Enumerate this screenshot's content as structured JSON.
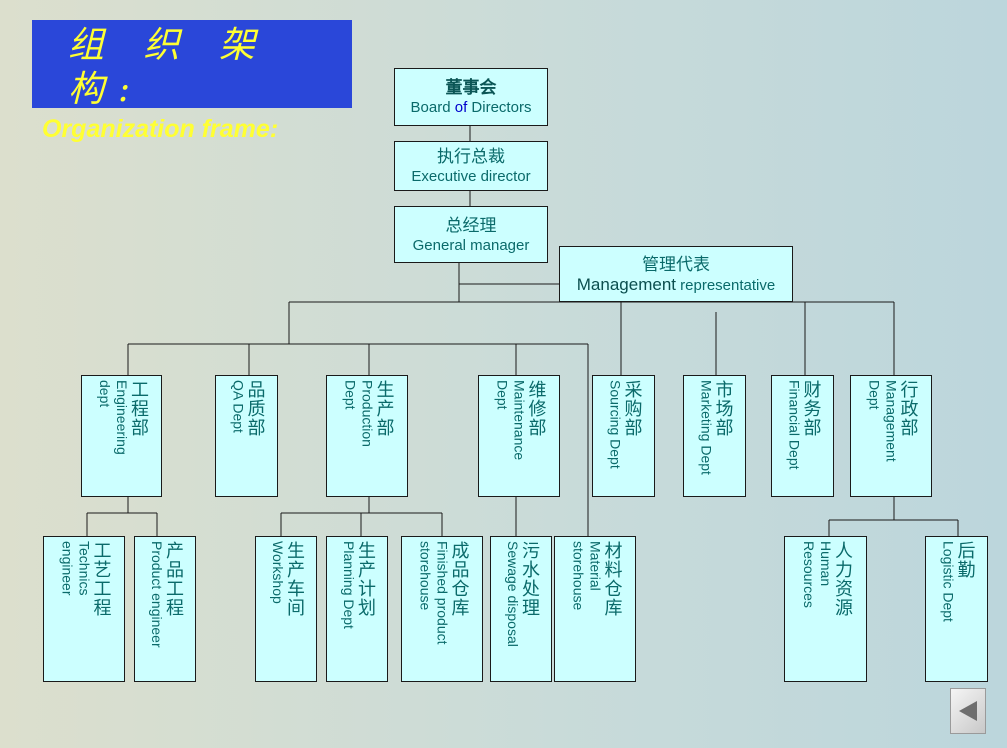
{
  "title": {
    "zh": "组 织 架 构:",
    "en": "Organization frame:"
  },
  "top_boxes": {
    "board": {
      "zh": "董事会",
      "en_1": "Board ",
      "en_of": "of",
      "en_2": " Directors"
    },
    "exec": {
      "zh": "执行总裁",
      "en": "Executive director"
    },
    "gm": {
      "zh": "总经理",
      "en": "General manager"
    },
    "mgmt_rep": {
      "zh": "管理代表",
      "en_big": "Management",
      "en_small": " representative"
    }
  },
  "depts": [
    {
      "zh": "工程部",
      "en": "Engineering\ndept"
    },
    {
      "zh": "品质部",
      "en": "QA Dept"
    },
    {
      "zh": "生产部",
      "en": "Production\nDept"
    },
    {
      "zh": "维修部",
      "en": "Maintenance\nDept"
    },
    {
      "zh": "采购部",
      "en": "Sourcing Dept"
    },
    {
      "zh": "市场部",
      "en": "Marketing Dept"
    },
    {
      "zh": "财务部",
      "en": "Financial Dept"
    },
    {
      "zh": "行政部",
      "en": "Management\nDept"
    }
  ],
  "subs": [
    {
      "zh": "工艺工程",
      "en": "Technics\nengineer"
    },
    {
      "zh": "产品工程",
      "en": "Product engineer"
    },
    {
      "zh": "生产车间",
      "en": "Workshop"
    },
    {
      "zh": "生产计划",
      "en": "Planning Dept"
    },
    {
      "zh": "成品仓库",
      "en": "Finished product\nstorehouse"
    },
    {
      "zh": "污水处理",
      "en": "Sewage disposal"
    },
    {
      "zh": "材料仓库",
      "en": "Material\nstorehouse"
    },
    {
      "zh": "人力资源",
      "en": "Human\nResources"
    },
    {
      "zh": "后勤",
      "en": "Logistic Dept"
    }
  ]
}
